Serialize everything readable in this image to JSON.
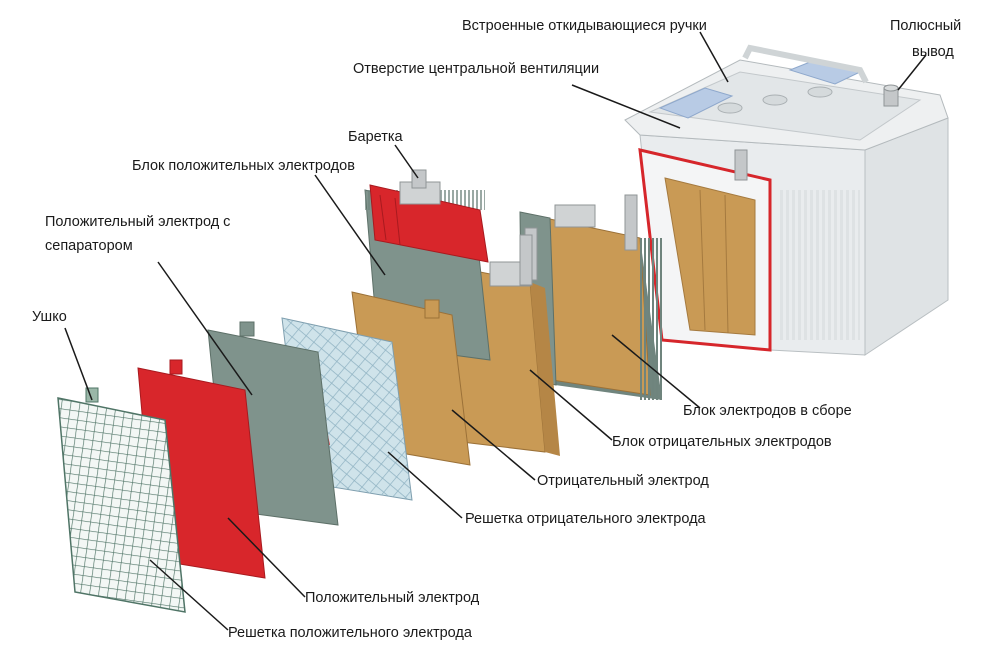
{
  "labels": {
    "handles": "Встроенные откидывающиеся ручки",
    "terminal_line1": "Полюсный",
    "terminal_line2": "вывод",
    "vent": "Отверстие центральной вентиляции",
    "strap": "Баретка",
    "positive_block": "Блок положительных электродов",
    "positive_with_separator": "Положительный электрод с сепаратором",
    "lug": "Ушко",
    "assembled_block": "Блок электродов в сборе",
    "negative_block": "Блок отрицательных электродов",
    "negative_electrode": "Отрицательный электрод",
    "negative_grid": "Решетка отрицательного электрода",
    "positive_electrode": "Положительный электрод",
    "positive_grid": "Решетка положительного электрода"
  },
  "colors": {
    "positive_red": "#d8262b",
    "negative_tan": "#c99a55",
    "positive_gray": "#7f938c",
    "grid_line": "#5d7d70",
    "separator_blue": "#cfe3ea",
    "case_white": "#e7eaec",
    "lead_gray": "#c4c7c9"
  }
}
